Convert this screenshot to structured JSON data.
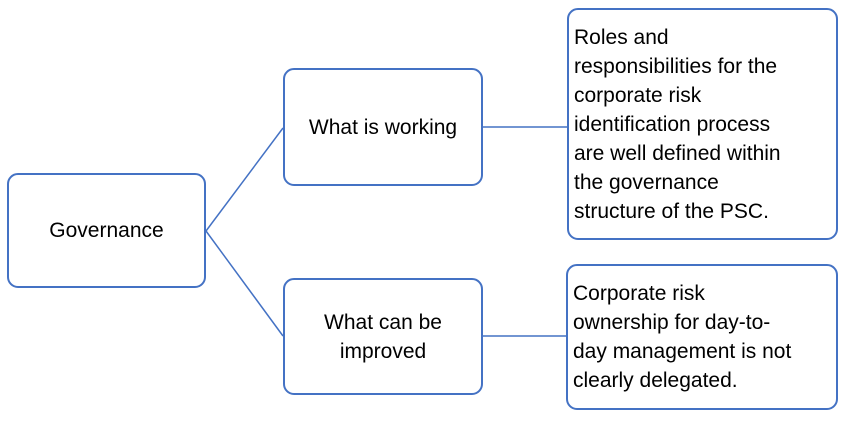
{
  "colors": {
    "accent": "#4472C4",
    "text": "#000000",
    "background": "#FFFFFF"
  },
  "diagram": {
    "root": {
      "label": "Governance"
    },
    "branches": [
      {
        "label": "What is working",
        "detail": "Roles and\nresponsibilities for the\ncorporate risk\nidentification process\nare well defined within\nthe governance\nstructure of the PSC."
      },
      {
        "label": "What can be\nimproved",
        "detail": "Corporate risk\nownership for day-to-\nday management is not\nclearly delegated."
      }
    ]
  }
}
